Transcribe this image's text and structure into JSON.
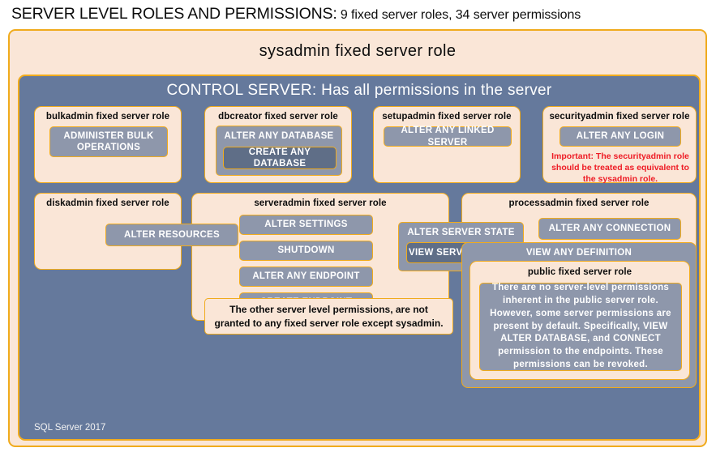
{
  "title": {
    "main": "SERVER LEVEL ROLES AND PERMISSIONS:",
    "sub": " 9 fixed server roles, 34 server permissions"
  },
  "sysadmin": {
    "label": "sysadmin fixed server role"
  },
  "control_server": {
    "label": "CONTROL SERVER: Has all permissions in the server",
    "footer": "SQL Server 2017"
  },
  "roles": {
    "bulkadmin": {
      "title": "bulkadmin fixed server role",
      "permission": "ADMINISTER  BULK OPERATIONS"
    },
    "dbcreator": {
      "title": "dbcreator fixed server role",
      "permission_outer": "ALTER ANY DATABASE",
      "permission_inner": "CREATE  ANY DATABASE"
    },
    "setupadmin": {
      "title": "setupadmin fixed server role",
      "permission": "ALTER ANY LINKED SERVER"
    },
    "securityadmin": {
      "title": "securityadmin fixed server role",
      "permission": "ALTER ANY LOGIN",
      "warning": "Important:  The securityadmin role should  be treated as equivalent to the  sysadmin role."
    },
    "diskadmin": {
      "title": "diskadmin fixed server role",
      "permission": "ALTER RESOURCES"
    },
    "serveradmin": {
      "title": "serveradmin fixed server role",
      "permissions": [
        "ALTER SETTINGS",
        "SHUTDOWN",
        "ALTER ANY ENDPOINT",
        "CREATE  ENDPOINT"
      ],
      "permission_shared_outer": "ALTER SERVER STATE",
      "permission_shared_inner": "VIEW SERVER STATE"
    },
    "processadmin": {
      "title": "processadmin fixed server role",
      "permission": "ALTER ANY CONNECTION"
    },
    "public": {
      "outer_permission": "VIEW ANY DEFINITION",
      "title": "public  fixed server role",
      "body": "There are no server-level permissions inherent in the public server role. However, some server permissions are present by default. Specifically, VIEW ALTER DATABASE, and CONNECT permission to the endpoints. These permissions can be revoked."
    }
  },
  "notes": {
    "other_permissions": "The other server level permissions, are not granted to any fixed server role except sysadmin."
  },
  "colors": {
    "peach": "#fae6d7",
    "gold_border": "#f0ab1d",
    "blue_grey": "#65799c",
    "perm_fill": "#8e97ab",
    "perm_dark": "#5f6e87",
    "warning_red": "#ee1c25"
  }
}
